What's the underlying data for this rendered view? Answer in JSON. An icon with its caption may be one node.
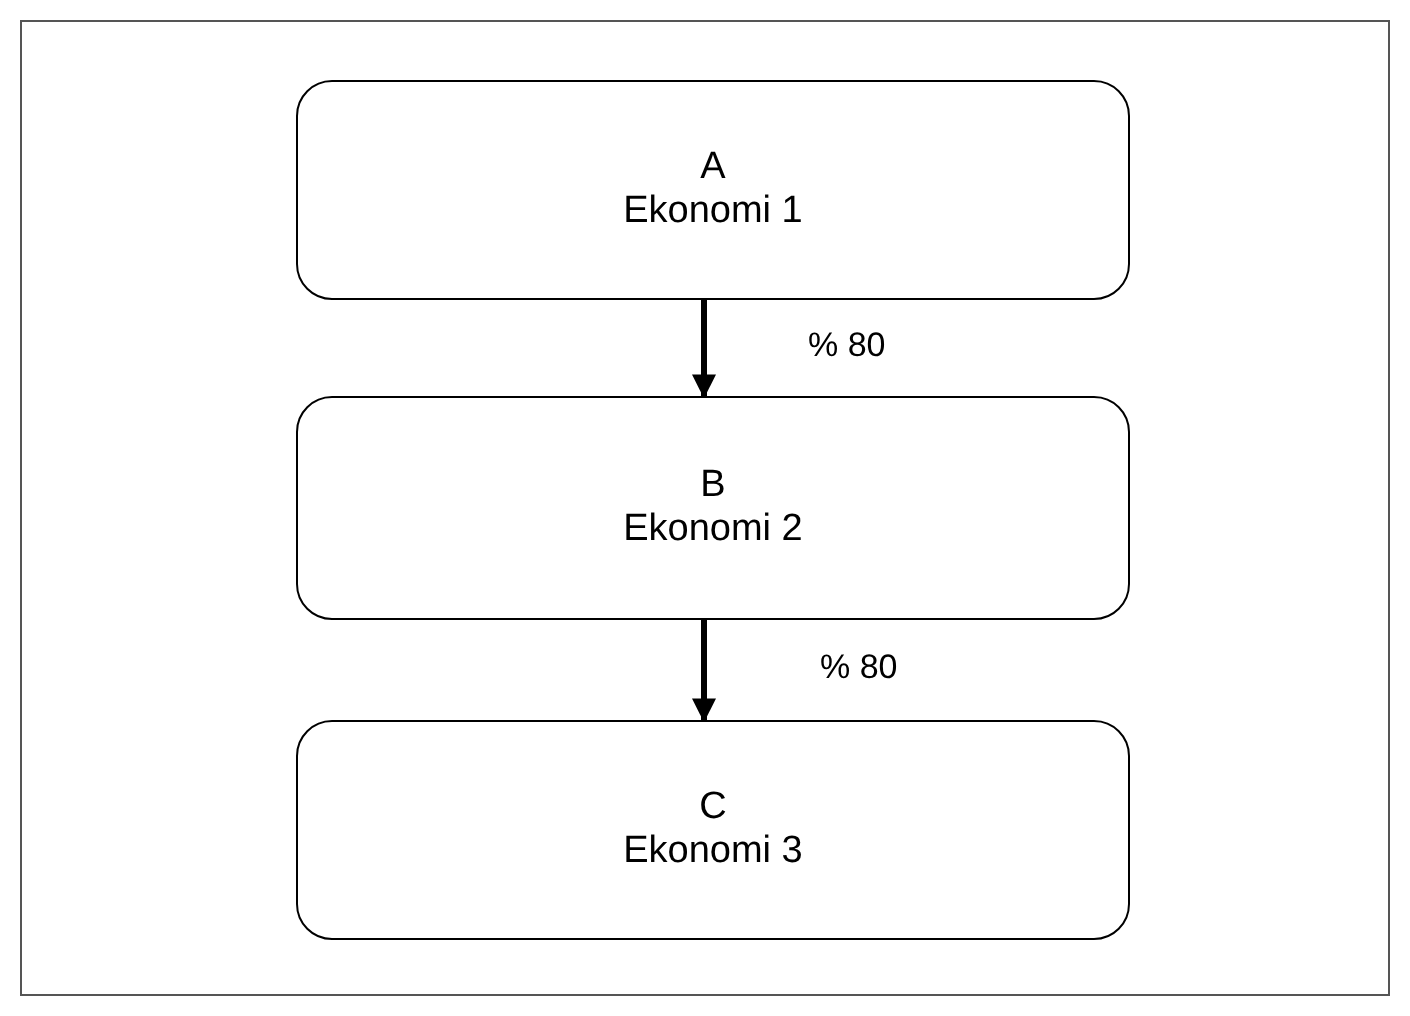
{
  "diagram": {
    "nodes": [
      {
        "text": [
          "A",
          "Ekonomi 1"
        ]
      },
      {
        "text": [
          "B",
          "Ekonomi 2"
        ]
      },
      {
        "text": [
          "C",
          "Ekonomi 3"
        ]
      }
    ],
    "edges": [
      {
        "from": 0,
        "to": 1,
        "arrow": "to",
        "label": "% 80"
      },
      {
        "from": 1,
        "to": 2,
        "arrow": "to",
        "label": "% 80"
      }
    ]
  }
}
